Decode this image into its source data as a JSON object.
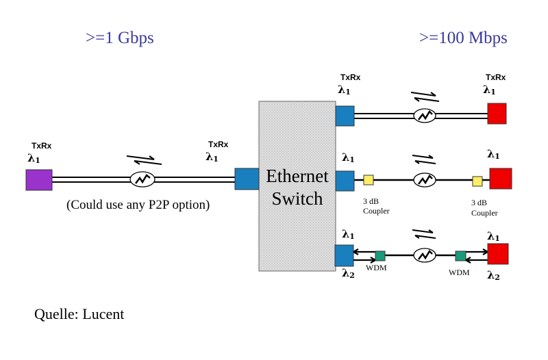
{
  "header": {
    "left_speed": ">=1  Gbps",
    "right_speed": ">=100 Mbps"
  },
  "labels": {
    "txrx": "TxRx",
    "lambda1": "λ1",
    "lambda2": "λ2"
  },
  "switch": {
    "line1": "Ethernet",
    "line2": "Switch"
  },
  "p2p_caption": "(Could use any P2P option)",
  "coupler": {
    "line1": "3 dB",
    "line2": "Coupler"
  },
  "wdm": "WDM",
  "source": "Quelle: Lucent",
  "colors": {
    "title_blue": "#3a3a9a",
    "port_blue": "#1a7fbf",
    "purple": "#9933cc",
    "red": "#ee0000",
    "yellow": "#ffee66",
    "teal": "#1a9a7a",
    "switch_gray": "#d8d8d8"
  }
}
